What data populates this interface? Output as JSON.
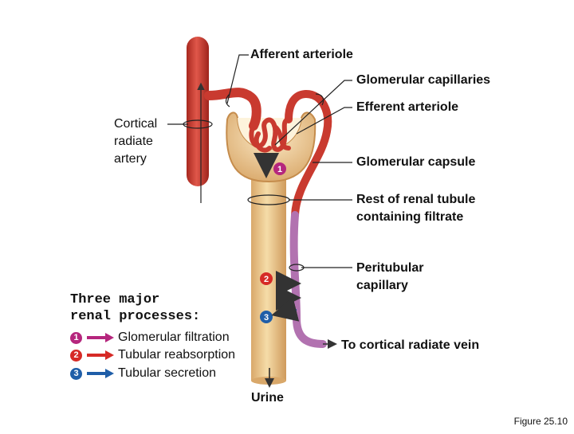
{
  "labels": {
    "afferent": "Afferent arteriole",
    "glomerular_capillaries": "Glomerular capillaries",
    "efferent": "Efferent arteriole",
    "cortical_radiate_artery": [
      "Cortical",
      "radiate",
      "artery"
    ],
    "glomerular_capsule": "Glomerular capsule",
    "rest_of_tubule": [
      "Rest of renal tubule",
      "containing filtrate"
    ],
    "peritubular": [
      "Peritubular",
      "capillary"
    ],
    "to_vein": "To cortical radiate vein",
    "urine": "Urine",
    "figure": "Figure 25.10"
  },
  "legend": {
    "title": [
      "Three major",
      "renal processes:"
    ],
    "items": [
      {
        "number": "1",
        "label": "Glomerular filtration",
        "color": "#b5267d"
      },
      {
        "number": "2",
        "label": "Tubular reabsorption",
        "color": "#d62a26"
      },
      {
        "number": "3",
        "label": "Tubular secretion",
        "color": "#1f5ea8"
      }
    ]
  },
  "markers": [
    "1",
    "2",
    "3"
  ],
  "colors": {
    "artery": "#c93a2f",
    "tubule": "#e8c48a",
    "peritubular": "#b272b0",
    "filtration": "#b5267d",
    "reabsorption": "#d62a26",
    "secretion": "#1f5ea8"
  }
}
